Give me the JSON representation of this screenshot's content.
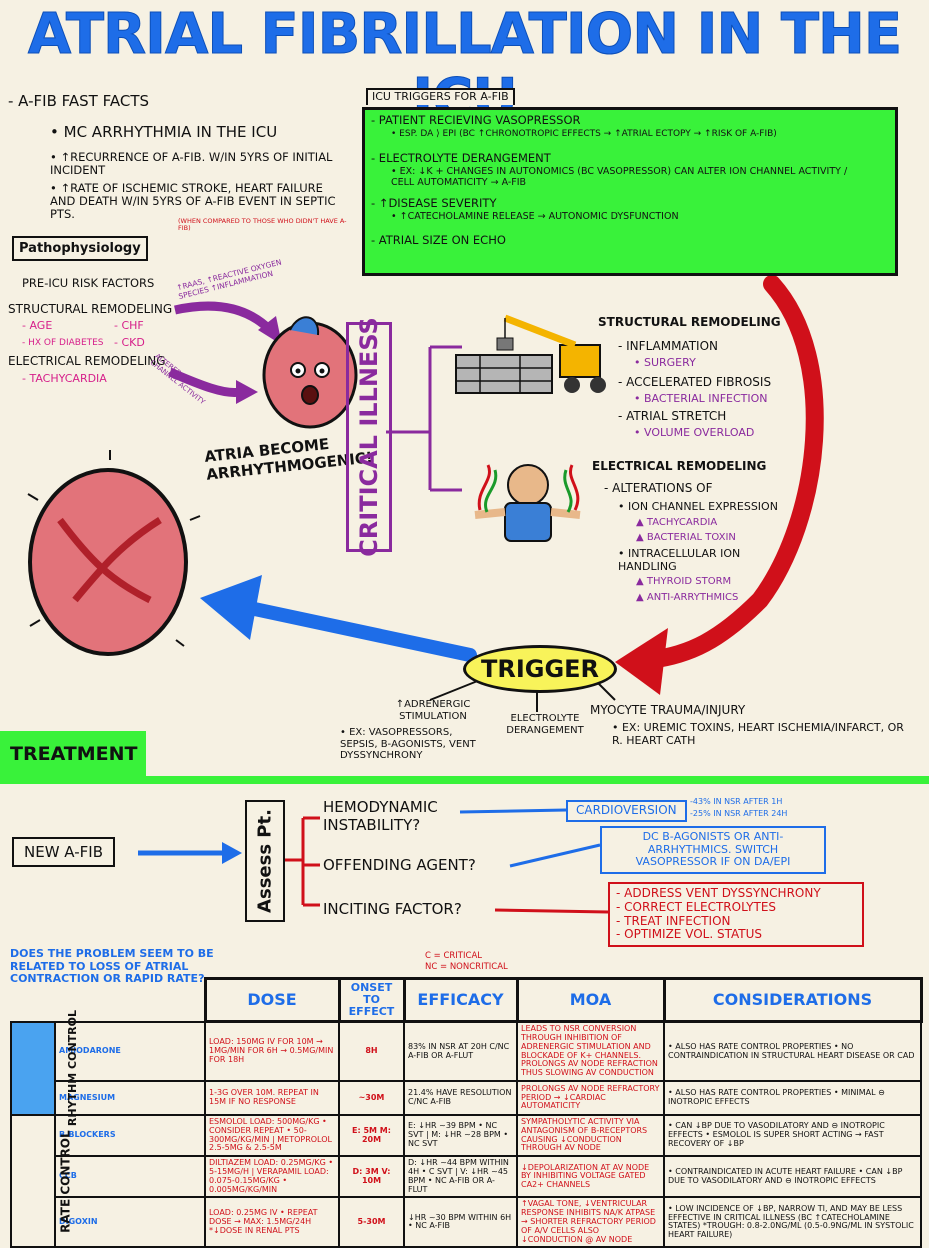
{
  "title": "Atrial Fibrillation in the ICU",
  "fast_facts": {
    "heading": "- A-Fib Fast Facts",
    "items": [
      "MC Arrhythmia in the ICU",
      "↑Recurrence of A-Fib. w/in 5yrs of initial incident",
      "↑Rate of ischemic stroke, heart failure and death w/in 5yrs of A-Fib event in septic pts."
    ],
    "note": "(when compared to those who didn't have A-Fib)"
  },
  "icu_triggers": {
    "heading": "ICU Triggers for A-Fib",
    "items": [
      {
        "main": "- Patient recieving vasopressor",
        "sub": "• Esp. DA ⟩ EPI (bc ↑chronotropic effects → ↑atrial ectopy → ↑risk of A-Fib)"
      },
      {
        "main": "- Electrolyte derangement",
        "sub": "• Ex: ↓K + changes in autonomics (bc vasopressor) can alter ion channel activity / cell automaticity → A-Fib"
      },
      {
        "main": "- ↑Disease severity",
        "sub": "• ↑Catecholamine release → autonomic dysfunction"
      },
      {
        "main": "- Atrial size on echo",
        "sub": ""
      }
    ]
  },
  "pathophysiology": {
    "label": "Pathophysiology",
    "risk_heading": "Pre-ICU Risk Factors",
    "structural": "Structural Remodeling",
    "struct_items": [
      "- Age",
      "- CHF",
      "- Hx of Diabetes",
      "- CKD"
    ],
    "electrical": "Electrical Remodeling",
    "elec_items": [
      "- Tachycardia"
    ],
    "arrow1": "↑RAAS, ↑Reactive oxygen species ↑Inflammation",
    "arrow2": "Altered ion channel activity",
    "heart_label": "Atria become arrhythmogenic!"
  },
  "critical_illness": {
    "label": "Critical Illness",
    "structural": {
      "heading": "Structural Remodeling",
      "items": [
        {
          "main": "- Inflammation",
          "sub": "• Surgery"
        },
        {
          "main": "- Accelerated Fibrosis",
          "sub": "• Bacterial infection"
        },
        {
          "main": "- Atrial Stretch",
          "sub": "• Volume overload"
        }
      ]
    },
    "electrical": {
      "heading": "Electrical Remodeling",
      "intro": "- Alterations of",
      "items": [
        {
          "main": "• Ion channel expression",
          "subs": [
            "▲ Tachycardia",
            "▲ Bacterial toxin"
          ]
        },
        {
          "main": "• Intracellular ion handling",
          "subs": [
            "▲ Thyroid storm",
            "▲ Anti-arrythmics"
          ]
        }
      ]
    }
  },
  "trigger": {
    "label": "Trigger",
    "adrenergic": "↑Adrenergic stimulation",
    "adrenergic_ex": "• Ex: vasopressors, sepsis, β-agonists, vent dyssynchrony",
    "electrolyte": "Electrolyte derangement",
    "myocyte": "Myocyte trauma/injury",
    "myocyte_ex": "• Ex: uremic toxins, heart ischemia/infarct, or R. heart cath"
  },
  "treatment": {
    "label": "Treatment",
    "new_afib": "New A-Fib",
    "assess": "Assess Pt.",
    "q1": "Hemodynamic instability?",
    "q2": "Offending agent?",
    "q3": "Inciting factor?",
    "cardioversion": "Cardioversion",
    "cv_note1": "-43% in NSR after 1h",
    "cv_note2": "-25% in NSR after 24h",
    "agent_box": "DC β-agonists or anti-arrhythmics. Switch vasopressor if on DA/EPI",
    "factor_items": [
      "- Address vent dyssynchrony",
      "- Correct electrolytes",
      "- Treat infection",
      "- Optimize vol. status"
    ]
  },
  "question": "Does the problem seem to be related to loss of atrial contraction or rapid rate?",
  "legend": {
    "c": "C = Critical",
    "nc": "NC = Noncritical"
  },
  "table": {
    "headers": [
      "Dose",
      "Onset to Effect",
      "Efficacy",
      "MOA",
      "Considerations"
    ],
    "rhythm_label": "Rhythm Control",
    "rate_label": "Rate Control",
    "rows": [
      {
        "drug": "Amiodarone",
        "dose": "Load: 150mg IV for 10m → 1mg/min for 6h → 0.5mg/min for 18h",
        "onset": "8h",
        "efficacy": "83% in NSR at 20h C/NC A-Fib or A-Flut",
        "moa": "Leads to NSR conversion through inhibition of adrenergic stimulation and blockade of K+ channels. Prolongs AV node refraction thus slowing AV conduction",
        "cons": "• Also has rate control properties • No contraindication in structural heart disease or CAD"
      },
      {
        "drug": "Magnesium",
        "dose": "1-3g over 10m. Repeat in 15m if no response",
        "onset": "~30m",
        "efficacy": "21.4% have resolution C/NC A-Fib",
        "moa": "Prolongs AV node refractory period → ↓cardiac automaticity",
        "cons": "• Also has rate control properties • Minimal ⊖ inotropic effects"
      },
      {
        "drug": "β-Blockers",
        "dose": "Esmolol Load: 500μg/kg • consider repeat • 50-300μg/kg/min | Metoprolol 2.5-5mg & 2.5-5m",
        "onset": "E: 5m M: 20m",
        "efficacy": "E: ↓HR ~39 BPM • NC SVT | M: ↓HR ~28 BPM • NC SVT",
        "moa": "Sympatholytic activity via antagonism of β-receptors causing ↓conduction through AV node",
        "cons": "• Can ↓BP due to vasodilatory and ⊖ inotropic effects • Esmolol is super short acting → fast recovery of ↓BP"
      },
      {
        "drug": "CCB",
        "dose": "Diltiazem Load: 0.25mg/kg • 5-15mg/h | Verapamil Load: 0.075-0.15mg/kg • 0.005mg/kg/min",
        "onset": "D: 3m V: 10m",
        "efficacy": "D: ↓HR ~44 BPM within 4h • C SVT | V: ↓HR ~45 BPM • NC A-Fib or A-Flut",
        "moa": "↓Depolarization at AV node by inhibiting voltage gated Ca2+ channels",
        "cons": "• Contraindicated in acute heart failure • Can ↓BP due to vasodilatory and ⊖ inotropic effects"
      },
      {
        "drug": "Digoxin",
        "dose": "Load: 0.25mg IV • Repeat dose → max: 1.5mg/24h *↓Dose in renal pts",
        "onset": "5-30m",
        "efficacy": "↓HR ~30 BPM within 6h • NC A-Fib",
        "moa": "↑Vagal tone, ↓ventricular response inhibits Na/K ATPase → shorter refractory period of A/V cells also ↓conduction @ AV node",
        "cons": "• Low incidence of ↓BP, narrow TI, and may be less effective in critical illness (bc ↑catecholamine states) *Trough: 0.8-2.0ng/mL (0.5-0.9ng/mL in systolic heart failure)"
      }
    ]
  },
  "colors": {
    "title_blue": "#1e6de8",
    "green": "#39f23a",
    "purple": "#8a2a9e",
    "red": "#d0101a",
    "yellow": "#f8f35a",
    "bg": "#f6f1e3"
  }
}
